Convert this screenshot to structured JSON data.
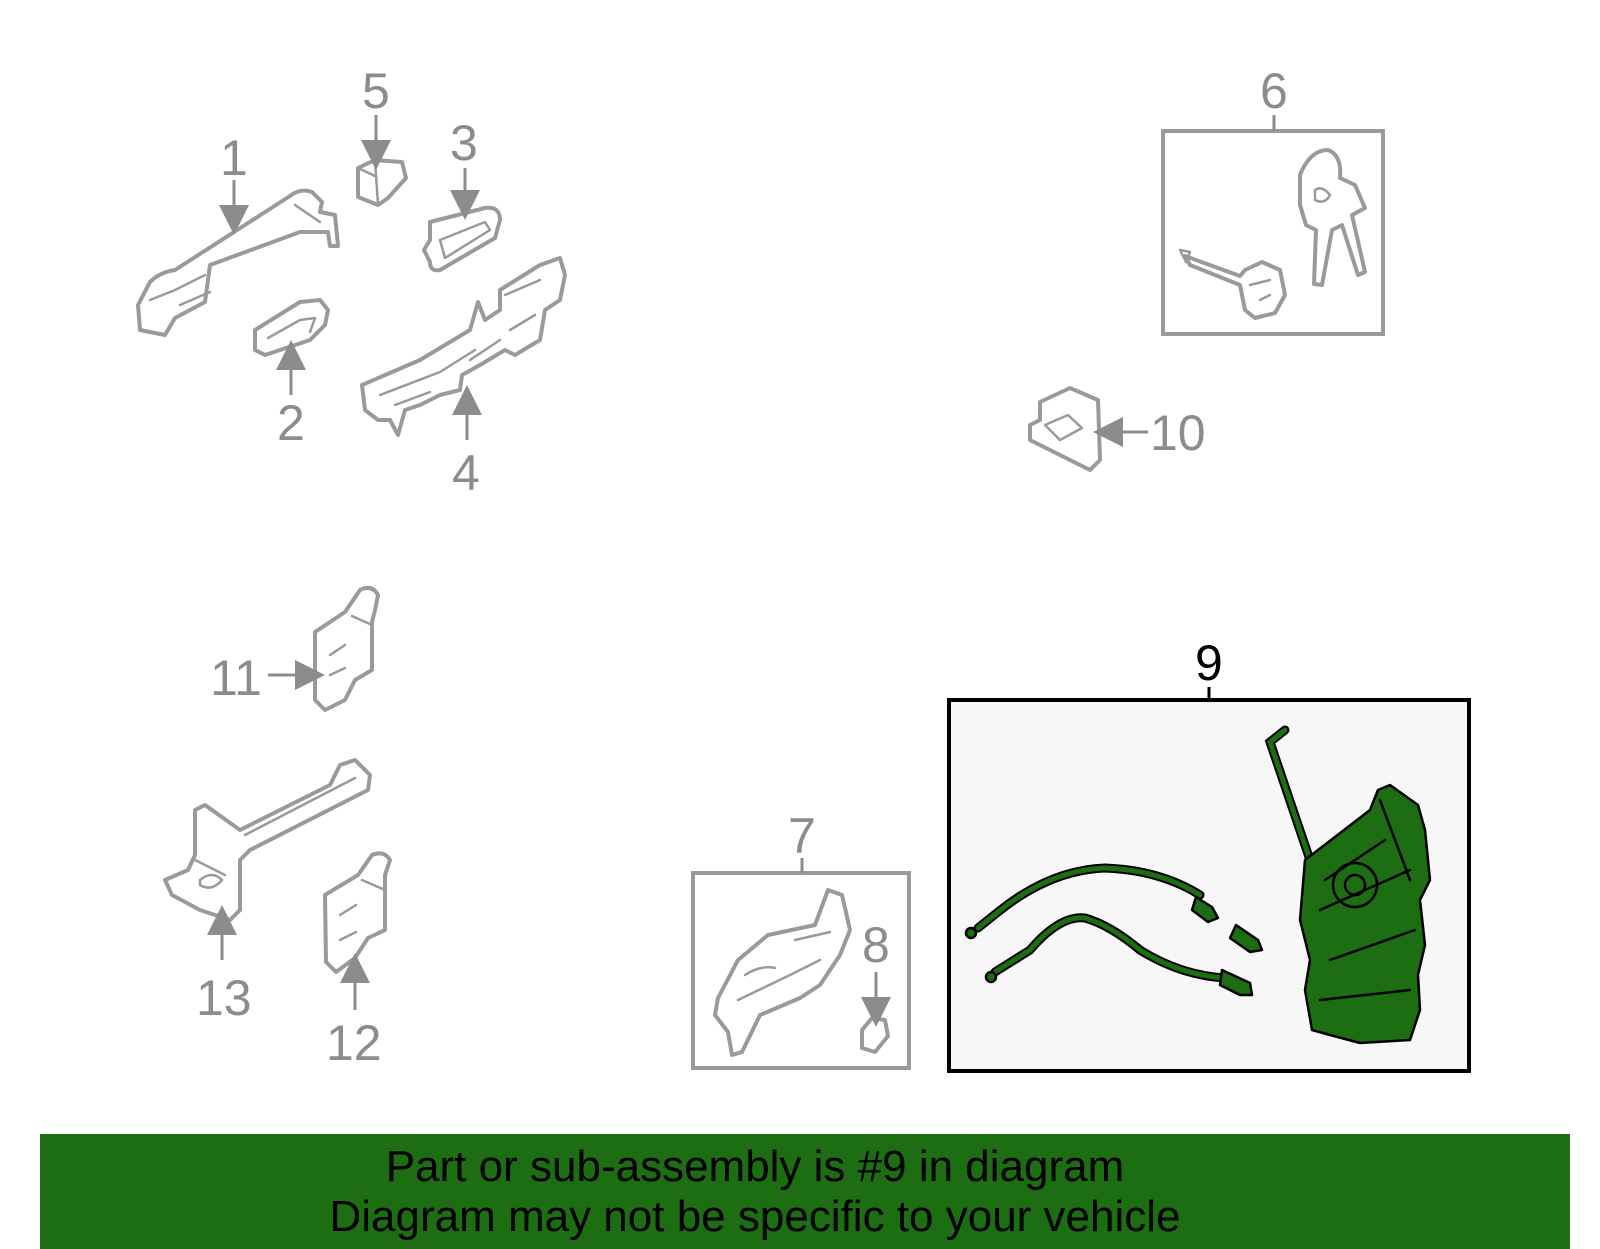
{
  "callouts": {
    "c1": "1",
    "c2": "2",
    "c3": "3",
    "c4": "4",
    "c5": "5",
    "c6": "6",
    "c7": "7",
    "c8": "8",
    "c9": "9",
    "c10": "10",
    "c11": "11",
    "c12": "12",
    "c13": "13"
  },
  "banner": {
    "line1": "Part or sub-assembly is #9 in diagram",
    "line2": "Diagram may not be specific to your vehicle"
  },
  "colors": {
    "banner_bg": "#1d6d12",
    "highlight_part": "#1d6d12",
    "part_stroke": "#9a9a9a"
  }
}
